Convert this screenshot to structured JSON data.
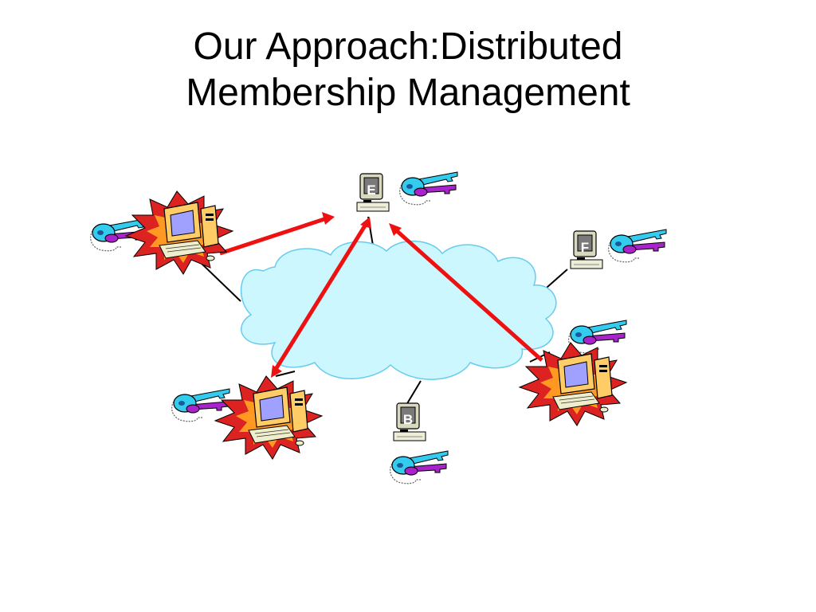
{
  "slide": {
    "title_line1": "Our Approach:Distributed",
    "title_line2": "Membership Management"
  },
  "diagram": {
    "cloud_color": "#ccf7ff",
    "cloud_stroke": "#66ccee",
    "arrow_color": "#ee1111",
    "key_cyan": "#33ccee",
    "key_purple": "#aa22cc",
    "burst_red": "#dd2222",
    "burst_orange": "#ff9922",
    "servers": [
      {
        "letter": "E",
        "icon": "server-icon"
      },
      {
        "letter": "F",
        "icon": "server-icon"
      },
      {
        "letter": "B",
        "icon": "server-icon"
      }
    ],
    "members": [
      {
        "icon": "computer-burst-icon"
      },
      {
        "icon": "computer-burst-icon"
      },
      {
        "icon": "computer-burst-icon"
      }
    ]
  }
}
